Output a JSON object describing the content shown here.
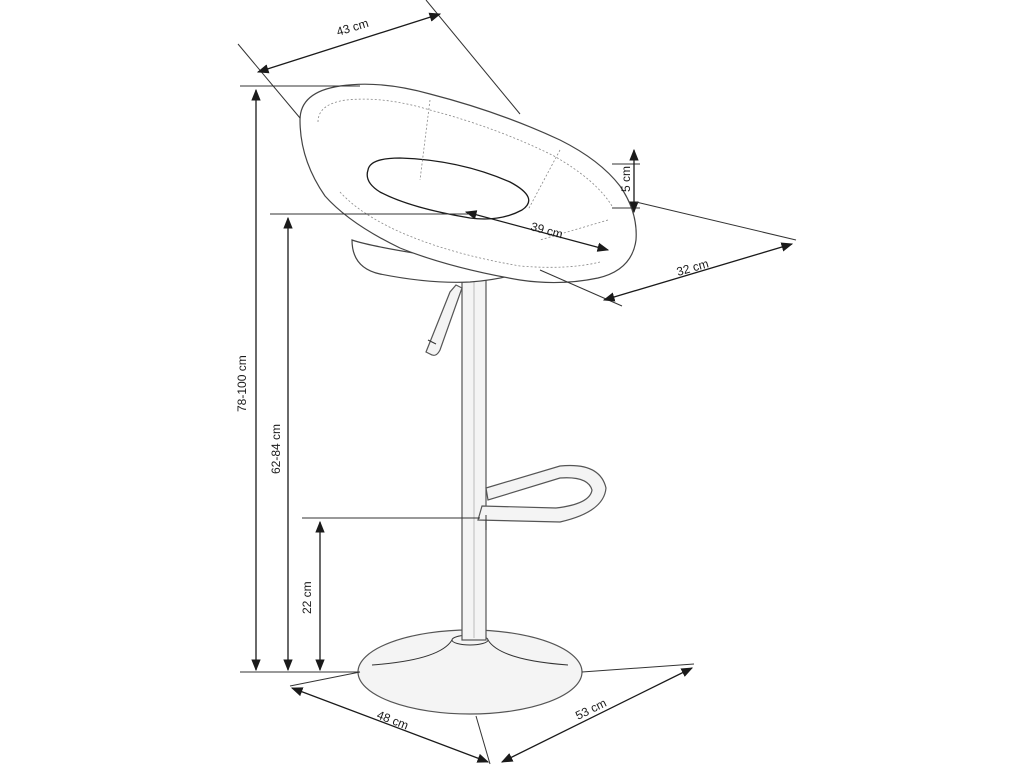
{
  "dimensions": {
    "seat_width": "43 cm",
    "backrest_height": "5 cm",
    "seat_inner": "39 cm",
    "seat_depth": "32 cm",
    "total_height": "78-100 cm",
    "seat_height": "62-84 cm",
    "footrest_height": "22 cm",
    "base_width": "48 cm",
    "base_depth": "53 cm"
  },
  "colors": {
    "line": "#1a1a1a",
    "background": "#ffffff"
  }
}
